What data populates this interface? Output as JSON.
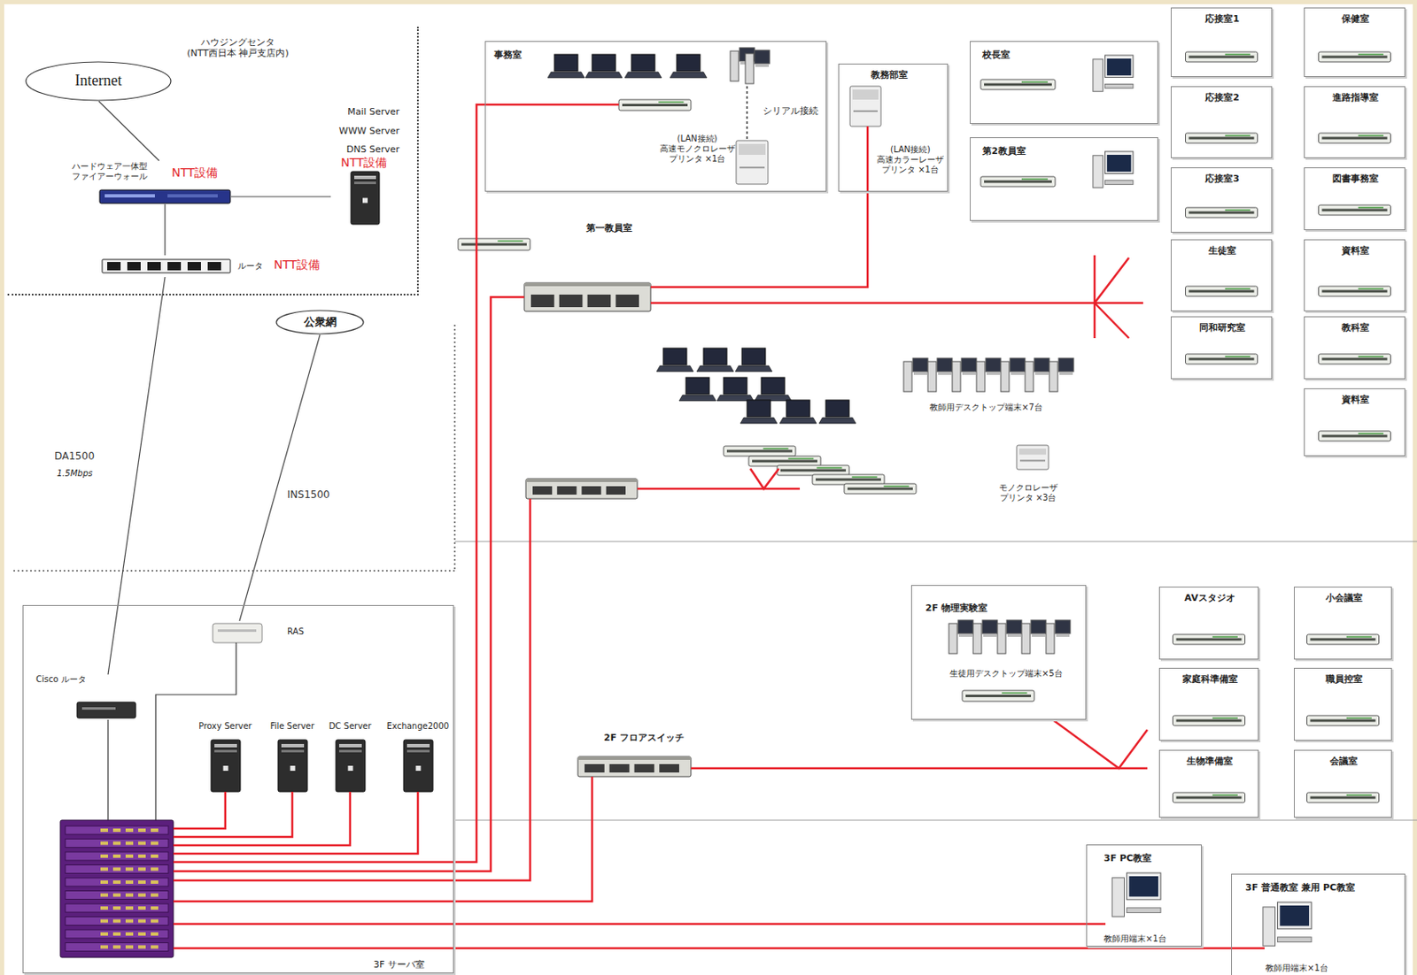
{
  "diagram": {
    "nodes": [
      {
        "text": [
          "ハウジングセンタ (NTT西日本 神戸支店内)"
        ]
      },
      {
        "text": [
          "Internet"
        ],
        "in": 0
      },
      {
        "text": [
          "ハードウェア一体型 ファイアーウォール",
          "NTT設備"
        ],
        "in": 0
      },
      {
        "text": [
          "Mail Server",
          "WWW Server",
          "DNS Server",
          "NTT設備"
        ],
        "in": 0
      },
      {
        "text": [
          "ルータ",
          "NTT設備"
        ],
        "in": 0
      },
      {
        "text": [
          "公衆網"
        ]
      },
      {
        "text": [
          "3F サーバ室"
        ]
      },
      {
        "text": [
          "RAS"
        ],
        "in": 6
      },
      {
        "text": [
          "Cisco ルータ"
        ],
        "in": 6
      },
      {
        "text": [
          "Proxy Server"
        ],
        "in": 6
      },
      {
        "text": [
          "File Server"
        ],
        "in": 6
      },
      {
        "text": [
          "DC Server"
        ],
        "in": 6
      },
      {
        "text": [
          "Exchange2000"
        ],
        "in": 6
      },
      {
        "text": [
          "事務室",
          "シリアル接続",
          "(LAN接続) 高速モノクロレーザ プリンタ ×1台"
        ]
      },
      {
        "text": [
          "教務部室",
          "(LAN接続) 高速カラーレーザ プリンタ ×1台"
        ]
      },
      {
        "text": [
          "校長室"
        ]
      },
      {
        "text": [
          "第2教員室"
        ]
      },
      {
        "text": [
          "応接室1"
        ]
      },
      {
        "text": [
          "応接室2"
        ]
      },
      {
        "text": [
          "応接室3"
        ]
      },
      {
        "text": [
          "生徒室"
        ]
      },
      {
        "text": [
          "同和研究室"
        ]
      },
      {
        "text": [
          "保健室"
        ]
      },
      {
        "text": [
          "進路指導室"
        ]
      },
      {
        "text": [
          "図書事務室"
        ]
      },
      {
        "text": [
          "資料室"
        ]
      },
      {
        "text": [
          "教科室"
        ]
      },
      {
        "text": [
          "資料室"
        ]
      },
      {
        "text": [
          "2F 物理実験室",
          "生徒用デスクトップ端末×5台"
        ]
      },
      {
        "text": [
          "AVスタジオ"
        ]
      },
      {
        "text": [
          "小会議室"
        ]
      },
      {
        "text": [
          "家庭科準備室"
        ]
      },
      {
        "text": [
          "職員控室"
        ]
      },
      {
        "text": [
          "生物準備室"
        ]
      },
      {
        "text": [
          "会議室"
        ]
      },
      {
        "text": [
          "3F PC教室",
          "教師用端末×1台"
        ]
      },
      {
        "text": [
          "3F 普通教室 兼用 PC教室",
          "教師用端末×1台"
        ]
      }
    ],
    "edges": [
      {
        "from": 1,
        "to": 2,
        "arrow": "none"
      },
      {
        "from": 2,
        "to": 3,
        "arrow": "none"
      },
      {
        "from": 2,
        "to": 4,
        "arrow": "none"
      },
      {
        "from": 4,
        "to": 8,
        "arrow": "none"
      },
      {
        "from": 5,
        "to": 7,
        "arrow": "none"
      }
    ],
    "labels": [
      "DA1500",
      "1.5Mbps",
      "INS1500",
      "第一教員室",
      "教師用デスクトップ端末×7台",
      "モノクロレーザ プリンタ ×3台",
      "2F フロアスイッチ"
    ]
  }
}
